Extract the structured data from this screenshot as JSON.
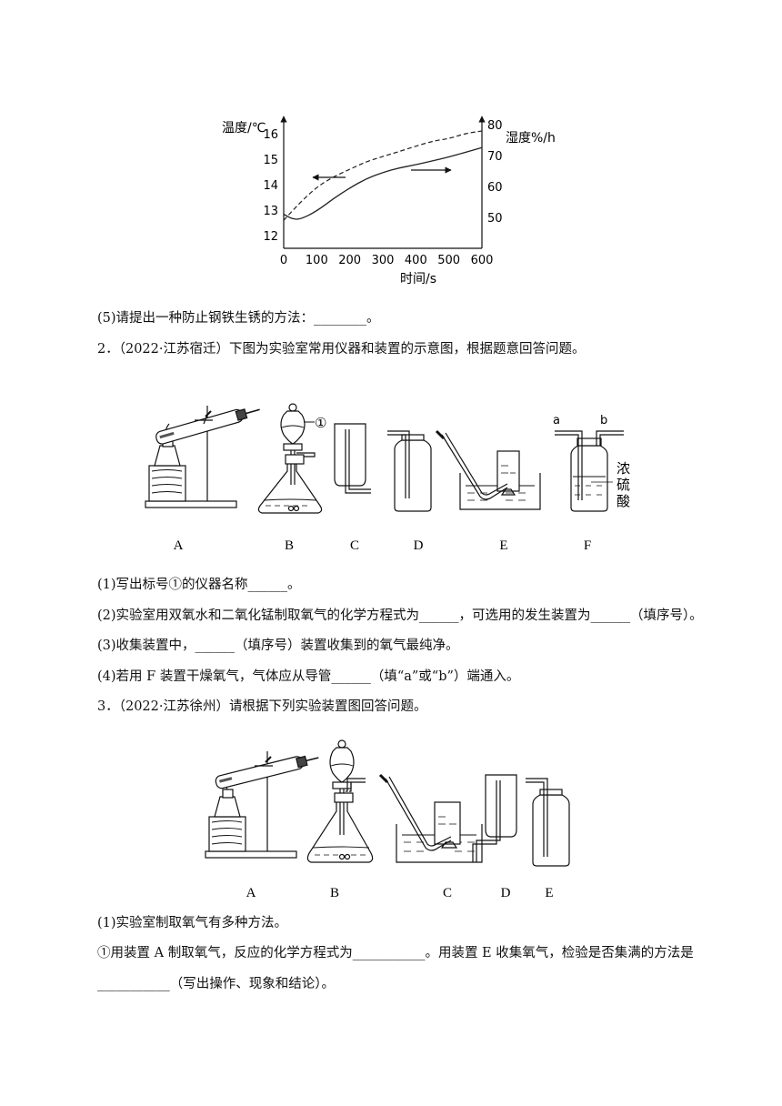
{
  "chart_data": {
    "type": "line",
    "xlabel": "时间/s",
    "ylabel_left": "温度/℃",
    "ylabel_right": "湿度%/h",
    "x_ticks": [
      "0",
      "100",
      "200",
      "300",
      "400",
      "500",
      "600"
    ],
    "y_left_ticks": [
      "12",
      "13",
      "14",
      "15",
      "16"
    ],
    "y_right_ticks": [
      "50",
      "60",
      "70",
      "80"
    ],
    "xlim": [
      0,
      600
    ],
    "ylim_left": [
      11.5,
      16.6
    ],
    "ylim_right": [
      40,
      82
    ],
    "series": [
      {
        "style": "dashed",
        "axis": "left",
        "arrow": "left",
        "x": [
          0,
          50,
          100,
          150,
          200,
          250,
          300,
          350,
          400,
          450,
          500,
          550,
          600
        ],
        "y": [
          12.6,
          13.3,
          13.9,
          14.3,
          14.6,
          14.9,
          15.1,
          15.3,
          15.5,
          15.7,
          15.8,
          16.0,
          16.1
        ]
      },
      {
        "style": "solid",
        "axis": "right",
        "arrow": "right",
        "x": [
          0,
          25,
          50,
          100,
          150,
          200,
          250,
          300,
          350,
          400,
          450,
          500,
          550,
          600
        ],
        "y": [
          51,
          49.5,
          49.3,
          52,
          56,
          59.5,
          62.5,
          64.5,
          66,
          67,
          68.2,
          69.5,
          71,
          72.5
        ]
      }
    ]
  },
  "text": {
    "q1_5": "(5)请提出一种防止钢铁生锈的方法：________。",
    "q2_header": "2．（2022·江苏宿迁）下图为实验室常用仪器和装置的示意图，根据题意回答问题。",
    "q2_1": "(1)写出标号①的仪器名称______。",
    "q2_2": "(2)实验室用双氧水和二氧化锰制取氧气的化学方程式为______，可选用的发生装置为______（填序号）。",
    "q2_3": "(3)收集装置中，______（填序号）装置收集到的氧气最纯净。",
    "q2_4": "(4)若用 F 装置干燥氧气，气体应从导管______（填“a”或“b”）端通入。",
    "q3_header": "3．（2022·江苏徐州）请根据下列实验装置图回答问题。",
    "q3_1": "(1)实验室制取氧气有多种方法。",
    "q3_1a": "①用装置 A 制取氧气，反应的化学方程式为___________。用装置 E 收集氧气，检验是否集满的方法是",
    "q3_1b": "___________（写出操作、现象和结论）。"
  },
  "fig2": {
    "labels": [
      "A",
      "B",
      "C",
      "D",
      "E",
      "F"
    ],
    "marker": "①",
    "port_a": "a",
    "port_b": "b",
    "acid": [
      "浓",
      "硫",
      "酸"
    ]
  },
  "fig3": {
    "labels": [
      "A",
      "B",
      "C",
      "D",
      "E"
    ]
  }
}
